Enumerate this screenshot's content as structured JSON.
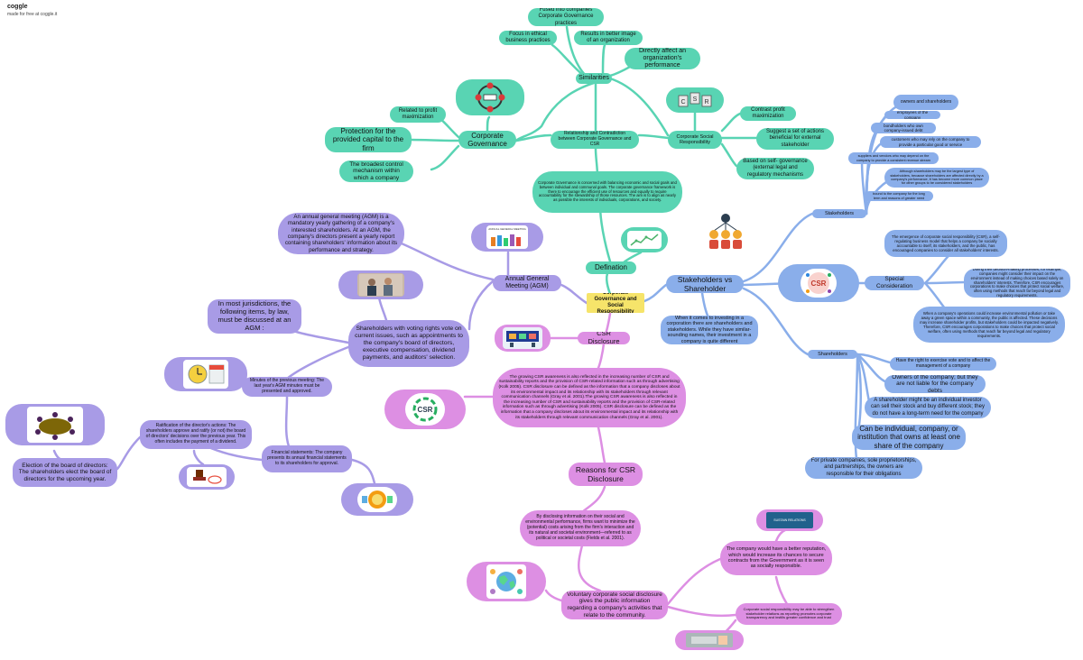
{
  "brand": {
    "name": "coggle",
    "sub": "made for free at coggle.it"
  },
  "center": "Corporate Governance and Social Responsibility",
  "colors": {
    "teal": "#59d4b3",
    "blue": "#8aaeea",
    "purple": "#a89be6",
    "pink": "#dd8fe3",
    "yellow": "#f6e46a"
  },
  "teal": {
    "defination": "Defination",
    "definition_text": "Corporate Governance is concerned with balancing economic and social goals and between individual and communal goals. The corporate governance framework is there to encourage the efficient use of resources and equally to require accountability for the stewardship of those resources. The aim is to align as nearly as possible the interests of individuals, corporations, and society.",
    "relationship": "Relationship and Contradiction between Corporate Governance and CSR",
    "similarities": "Similarities",
    "sim_fused": "Fused into companies Corporate Governance practices",
    "sim_focus": "Focus in ethical business practices",
    "sim_results": "Results in better image of an organization",
    "sim_affect": "Directly affect an organization's performance",
    "cg": "Corporate Governance",
    "cg_profit": "Related to profit maximization",
    "cg_protection": "Protection for the provided capital to the firm",
    "cg_control": "The broadest control mechanism within which a company",
    "csr": "Corporate Social Responsibility",
    "csr_contrast": "Contrast profit maximization",
    "csr_actions": "Suggest a set of actions beneficial for external stakeholder",
    "csr_based": "Based on self- governance (external legal and regulatory mechanisms"
  },
  "blue": {
    "main": "Stakeholders vs Shareholder",
    "main_note": "When it comes to investing in a corporation there are shareholders and stakeholders. While they have similar- sounding names, their investment in a company is quite different",
    "stakeholders": "Stakeholders",
    "st_owners": "owners and shareholders",
    "st_employees": "employees of the company",
    "st_bondholders": "bondholders who own company-issued debt",
    "st_customers": "customers who may rely on the company to provide a particular good or service",
    "st_suppliers": "suppliers and vendors who may depend on the company to provide a consistent revenue stream",
    "st_although": "Although shareholders may be the largest type of stakeholders, because shareholders are affected directly by a company's performance, it has become more common place for other groups to be considered stakeholders",
    "st_bound": "bound to the company for the long term and reasons of greater need",
    "special": "Special Consideration",
    "sp_emergence": "The emergence of corporate social responsibility (CSR), a self-regulating business model that helps a company be socially accountable to itself, its stakeholders, and the public, has encouraged companies to consider all stakeholders' interests.",
    "sp_during": "During their decision-making processes, for example, companies might consider their impact on the environment instead of making choices based solely on shareholders' interests. Therefore, CSR encourages corporations to make choices that protect social welfare, often using methods that reach far beyond legal and regulatory requirements.",
    "sp_pollution": "When a company's operations could increase environmental pollution or take away a green space within a community, the public is affected. These decisions may increase shareholder profits, but stakeholders could be impacted negatively. Therefore, CSR encourages corporations to make choices that protect social welfare, often using methods that reach far beyond legal and regulatory requirements.",
    "shareholders": "Shareholders",
    "sh_vote": "Have the right to exercise vote and to affect the management of a company",
    "sh_owners": "Owners of the company; but they are not liable for the company debts",
    "sh_individual": "A shareholder might be an individual investor can sell their stock and buy different stock; they do not have a long-term need for the company",
    "sh_institution": "Can be individual, company, or institution that owns at least one share of the company",
    "sh_private": "For private companies, sole proprietorships, and partnerships, the owners are responsible for their obligations"
  },
  "purple": {
    "agm": "Annual General Meeting (AGM)",
    "agm_def": "An annual general meeting (AGM) is a mandatory yearly gathering of a company's interested shareholders. At an AGM, the company's directors present a yearly report containing shareholders' information about its performance and strategy.",
    "agm_vote": "Shareholders with voting rights vote on current issues, such as appointments to the company's board of directors, executive compensation, dividend payments, and auditors' selection.",
    "agm_juris": "In most jurisdictions, the following items, by law, must be discussed at an AGM :",
    "agm_minutes": "Minutes of the previous meeting: The last year's AGM minutes must be presented and approved.",
    "agm_ratify": "Ratification of the director's actions: The shareholders approve and ratify (or not) the board of directors' decisions over the previous year. This often includes the payment of a dividend.",
    "agm_financial": "Financial statements: The company presents its annual financial statements to its shareholders for approval.",
    "agm_election": "Election of the board of directors: The shareholders elect the board of directors for the upcoming year.",
    "img_agm": "ANNUAL GENERAL MEETING"
  },
  "pink": {
    "disclosure": "CSR Disclosure",
    "disclosure_text": "The growing CSR awareness is also reflected in the increasing number of CSR and sustainability reports and the provision of CSR-related information such as through advertising (Kolk 2005). CSR disclosure can be defined as the information that a company discloses about its environmental impact and its relationship with its stakeholders through relevant communication channels (Gray et al. 2001).The growing CSR awareness is also reflected in the increasing number of CSR and sustainability reports and the provision of CSR-related information such as through advertising (Kolk 2005). CSR disclosure can be defined as the information that a company discloses about its environmental impact and its relationship with its stakeholders through relevant communication channels (Gray et al. 2001).",
    "reasons": "Reasons for CSR Disclosure",
    "reasons_text": "By disclosing information on their social and environmental performance, firms want to minimize the (potential) costs arising from the firm's interaction and its natural and societal environment—referred to as political or societal costs (Fields et al. 2001).",
    "voluntary": "Voluntary corporate social disclosure gives the public information regarding a company's activities that relate to the community.",
    "reputation": "The company would have a better reputation, which would increase its chances to secure contracts from the Government as it is seen as socially responsible.",
    "strengthen": "Corporate social responsibility may be able to strengthen stakeholder relations as reporting promotes corporate transparency and instills greater confidence and trust",
    "img_sustain": "SUSTAIN RELATIONS"
  },
  "icons": [
    "cycle-diagram-icon",
    "csr-blocks-icon",
    "growth-icon",
    "people-network-icon",
    "meeting-photo-icon",
    "handshake-icon",
    "calendar-icon",
    "stamp-icon",
    "coins-icon",
    "globe-icon",
    "council-table-icon"
  ]
}
